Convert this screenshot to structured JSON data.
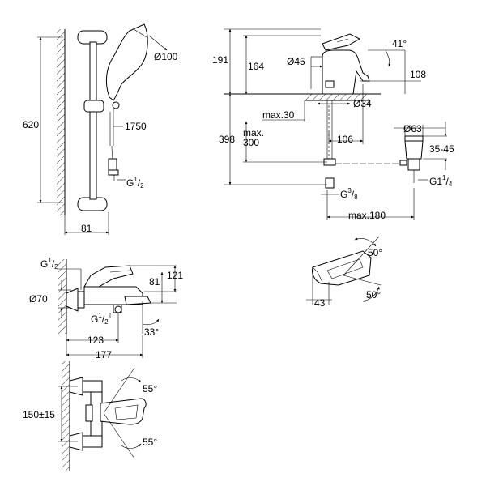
{
  "views": {
    "shower_rail": {
      "height": "620",
      "head_diameter": "Ø100",
      "hose_length": "1750",
      "connection": "G",
      "connection_frac_num": "1",
      "connection_frac_den": "2",
      "width": "81"
    },
    "basin_mixer": {
      "total_height": "191",
      "spout_height": "164",
      "body_diameter": "Ø45",
      "lever_angle": "41°",
      "spout_height_2": "108",
      "hole_diameter": "Ø34",
      "max_deck": "max.30",
      "below_deck": "398",
      "max_below": "max.",
      "max_below_2": "300",
      "reach": "106",
      "waste_diameter": "Ø63",
      "waste_range": "35-45",
      "waste_thread": "G1",
      "waste_thread_frac_num": "1",
      "waste_thread_frac_den": "4",
      "supply_thread": "G",
      "supply_thread_frac_num": "3",
      "supply_thread_frac_den": "8",
      "max_180": "max.180"
    },
    "bath_mixer": {
      "inlet_thread": "G",
      "inlet_frac_num": "1",
      "inlet_frac_den": "2",
      "escutcheon": "Ø70",
      "height_121": "121",
      "height_81": "81",
      "outlet_thread": "G",
      "outlet_frac_num": "1",
      "outlet_frac_den": "2",
      "spout_angle": "33°",
      "depth_123": "123",
      "depth_177": "177"
    },
    "lever_top": {
      "angle_top": "50°",
      "angle_bottom": "50°",
      "width_43": "43"
    },
    "bath_front": {
      "centres": "150±15",
      "angle_top": "55°",
      "angle_bottom": "55°"
    }
  }
}
